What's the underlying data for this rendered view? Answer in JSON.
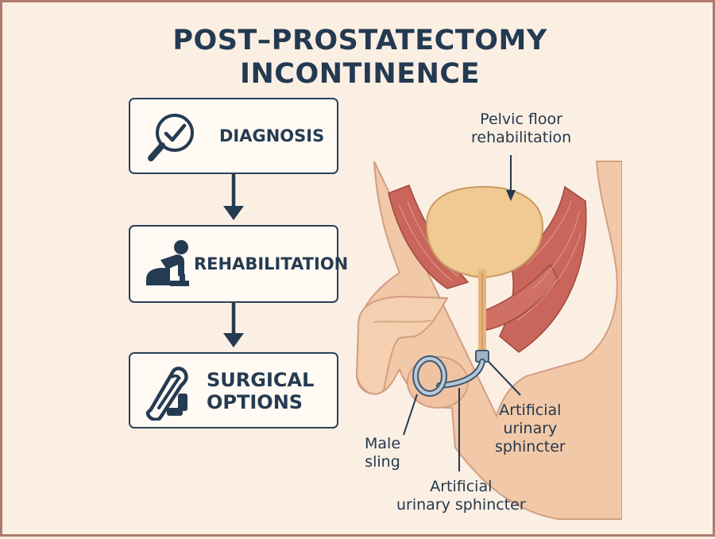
{
  "title": {
    "line1": "POST–PROSTATECTOMY",
    "line2": "INCONTINENCE"
  },
  "steps": [
    {
      "label": "DIAGNOSIS",
      "icon": "magnifier-check-icon"
    },
    {
      "label": "REHABILITATION",
      "icon": "kneeling-person-icon"
    },
    {
      "label_line1": "SURGICAL",
      "label_line2": "OPTIONS",
      "icon": "implant-device-icon"
    }
  ],
  "labels": {
    "pelvic_floor_line1": "Pelvic floor",
    "pelvic_floor_line2": "rehabilitation",
    "ausright_line1": "Artificial",
    "ausright_line2": "urinary",
    "ausright_line3": "sphincter",
    "male_sling_line1": "Male",
    "male_sling_line2": "sling",
    "ausbottom_line1": "Artificial",
    "ausbottom_line2": "urinary sphincter"
  },
  "colors": {
    "navy": "#253b52",
    "background": "#fbefe3",
    "border": "#b07a6e",
    "skin": "#f2c9a8",
    "muscle": "#c9655a",
    "bladder": "#f0c993",
    "device": "#9fb3c4"
  }
}
